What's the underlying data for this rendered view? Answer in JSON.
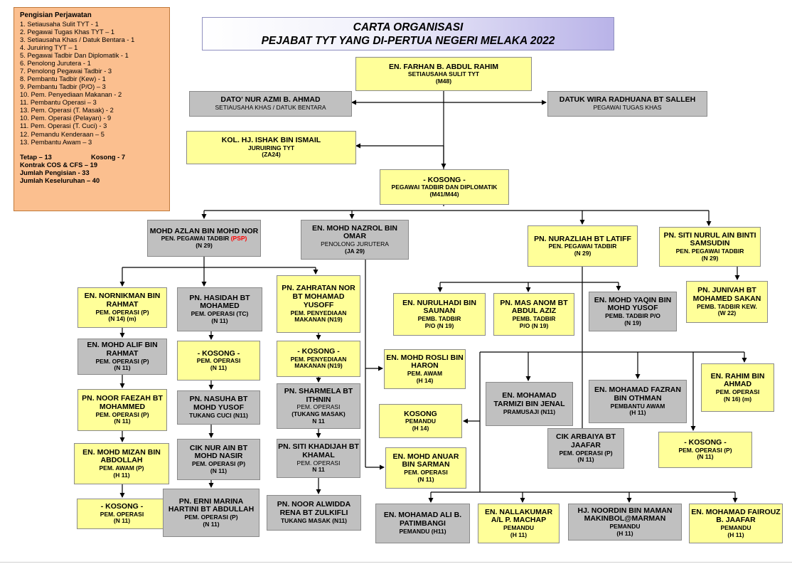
{
  "title": {
    "line1": "CARTA ORGANISASI",
    "line2": "PEJABAT TYT YANG DI-PERTUA NEGERI MELAKA 2022"
  },
  "legend": {
    "heading": "Pengisian Perjawatan",
    "items": [
      "1. Setiausaha Sulit TYT - 1",
      "2. Pegawai Tugas Khas TYT – 1",
      "3. Setiausaha Khas / Datuk Bentara - 1",
      "4. Juruiring TYT – 1",
      "5. Pegawai Tadbir Dan Diplomatik - 1",
      "6. Penolong Jurutera  - 1",
      "7. Penolong Pegawai Tadbir - 3",
      "8. Pembantu Tadbir (Kew) - 1",
      "9. Pembantu Tadbir (P/O) – 3",
      "10. Pem. Penyediaan Makanan - 2",
      "11. Pembantu Operasi – 3",
      "13. Pem. Operasi (T. Masak)  - 2",
      "10. Pem. Operasi (Pelayan) - 9",
      "11. Pem. Operasi (T. Cuci) - 3",
      "12. Pemandu Kenderaan – 5",
      "13. Pembantu Awam – 3"
    ],
    "tetap": "Tetap – 13",
    "kosong": "Kosong - 7",
    "kontrak": "Kontrak COS & CFS – 19",
    "jumlah_pengisian": "Jumlah Pengisian - 33",
    "jumlah_keseluruhan": "Jumlah Keseluruhan – 40"
  },
  "boxes": {
    "farhan": {
      "name": "EN. FARHAN B. ABDUL RAHIM",
      "role": "SETIAUSAHA SULIT TYT",
      "grade": "(M48)",
      "color": "#ffff99"
    },
    "nurazmi": {
      "name": "DATO' NUR AZMI B. AHMAD",
      "role": "SETIAUSAHA KHAS / DATUK BENTARA",
      "color": "#c0c0c0"
    },
    "radhuana": {
      "name": "DATUK WIRA RADHUANA BT SALLEH",
      "role": "PEGAWAI TUGAS KHAS",
      "color": "#c0c0c0"
    },
    "ishak": {
      "name": "KOL. HJ. ISHAK BIN ISMAIL",
      "role": "JURUIRING TYT",
      "grade": "(ZA24)",
      "color": "#ffff99"
    },
    "kosong_ptd": {
      "name": "-  KOSONG  -",
      "role": "PEGAWAI TADBIR DAN DIPLOMATIK",
      "grade": "(M41/M44)",
      "color": "#ffff99"
    },
    "azlan": {
      "name": "MOHD AZLAN BIN MOHD NOR",
      "role": "PEN. PEGAWAI TADBIR",
      "role_note": "(PSP)",
      "grade": "(N 29)",
      "color": "#c0c0c0"
    },
    "nazrol": {
      "name": "EN. MOHD NAZROL  BIN OMAR",
      "role": "PENOLONG JURUTERA",
      "grade": "(JA 29)",
      "color": "#c0c0c0"
    },
    "nurazliah": {
      "name": "PN. NURAZLIAH BT LATIFF",
      "role": "PEN. PEGAWAI TADBIR",
      "grade": "(N 29)",
      "color": "#ffff99"
    },
    "nurulain": {
      "name": "PN. SITI NURUL AIN BINTI SAMSUDIN",
      "role": "PEN. PEGAWAI TADBIR",
      "grade": "(N 29)",
      "color": "#ffff99"
    },
    "nornikman": {
      "name": "EN. NORNIKMAN BIN RAHMAT",
      "role": "PEM. OPERASI (P)",
      "grade": "(N 14) (m)",
      "color": "#ffff99"
    },
    "hasidah": {
      "name": "PN. HASIDAH BT MOHAMED",
      "role": "PEM. OPERASI (TC)",
      "grade": "(N 11)",
      "color": "#c0c0c0"
    },
    "zahratan": {
      "name": "PN. ZAHRATAN NOR BT MOHAMAD YUSOFF",
      "role": "PEM. PENYEDIAAN MAKANAN (N19)",
      "color": "#ffff99"
    },
    "nurulhadi": {
      "name": "EN. NURULHADI BIN SAUNAN",
      "role": "PEMB. TADBIR",
      "grade": "P/O (N 19)",
      "color": "#ffff99"
    },
    "masanom": {
      "name": "PN. MAS ANOM BT ABDUL AZIZ",
      "role": "PEMB. TADBIR",
      "grade": "P/O (N 19)",
      "color": "#ffff99"
    },
    "yaqin": {
      "name": "EN. MOHD YAQIN BIN MOHD YUSOF",
      "role": "PEMB. TADBIR P/O",
      "grade": "(N 19)",
      "color": "#c0c0c0"
    },
    "junivah": {
      "name": "PN. JUNIVAH BT MOHAMED SAKAN",
      "role": "PEMB. TADBIR KEW.",
      "grade": "(W 22)",
      "color": "#ffff99"
    },
    "alif": {
      "name": "EN. MOHD ALIF BIN RAHMAT",
      "role": "PEM. OPERASI (P)",
      "grade": "(N 11)",
      "color": "#c0c0c0"
    },
    "kosong_op1": {
      "name": "-  KOSONG  -",
      "role": "PEM. OPERASI",
      "grade": "(N 11)",
      "color": "#ffff99"
    },
    "kosong_ppm": {
      "name": "-  KOSONG  -",
      "role": "PEM. PENYEDIAAN MAKANAN (N19)",
      "color": "#ffff99"
    },
    "rosli": {
      "name": "EN. MOHD ROSLI BIN HARON",
      "role": "PEM. AWAM",
      "grade": "(H 14)",
      "color": "#ffff99"
    },
    "rahim": {
      "name": "EN. RAHIM BIN AHMAD",
      "role": "PEM. OPERASI",
      "grade": "(N 16) (m)",
      "color": "#ffff99"
    },
    "faezah": {
      "name": "PN. NOOR FAEZAH BT MOHAMMED",
      "role": "PEM. OPERASI (P)",
      "grade": "(N 11)",
      "color": "#c0c0c0"
    },
    "nasuha": {
      "name": "PN. NASUHA BT MOHD YUSOF",
      "role": "TUKANG CUCI (N11)",
      "color": "#c0c0c0"
    },
    "sharmela": {
      "name": "PN. SHARMELA BT ITHNIN",
      "role": "PEM. OPERASI",
      "role2": "(TUKANG MASAK)",
      "grade": "N 11",
      "color": "#c0c0c0"
    },
    "tarmizi": {
      "name": "EN. MOHAMAD TARMIZI BIN JENAL",
      "role": "PRAMUSAJI (N11)",
      "color": "#c0c0c0"
    },
    "fazran": {
      "name": "EN. MOHAMAD FAZRAN BIN OTHMAN",
      "role": "PEMBANTU AWAM",
      "grade": "(H 11)",
      "color": "#c0c0c0"
    },
    "kosong_pemandu": {
      "name": "KOSONG",
      "role": "PEMANDU",
      "grade": "(H 14)",
      "color": "#ffff99"
    },
    "mizan": {
      "name": "EN. MOHD MIZAN BIN ABDOLLAH",
      "role": "PEM. AWAM (P)",
      "grade": "(H 11)",
      "color": "#ffff99"
    },
    "nurain": {
      "name": "CIK NUR AIN BT MOHD NASIR",
      "role": "PEM. OPERASI (P)",
      "grade": "(N 11)",
      "color": "#c0c0c0"
    },
    "khadijah": {
      "name": "PN. SITI KHADIJAH BT KHAMAL",
      "role": "PEM. OPERASI",
      "grade": "N 11",
      "color": "#c0c0c0"
    },
    "anuar": {
      "name": "EN. MOHD ANUAR BIN SARMAN",
      "role": "PEM. OPERASI",
      "grade": "(N 11)",
      "color": "#ffff99"
    },
    "arbaiya": {
      "name": "CIK ARBAIYA BT JAAFAR",
      "role": "PEM. OPERASI (P)",
      "grade": "(N 11)",
      "color": "#c0c0c0"
    },
    "kosong_op3": {
      "name": "-  KOSONG  -",
      "role": "PEM. OPERASI (P)",
      "grade": "(N 11)",
      "color": "#ffff99"
    },
    "kosong_op2": {
      "name": "-  KOSONG  -",
      "role": "PEM. OPERASI",
      "grade": "(N 11)",
      "color": "#ffff99"
    },
    "erni": {
      "name": "PN. ERNI MARINA HARTINI BT ABDULLAH",
      "role": "PEM. OPERASI (P)",
      "grade": "(N 11)",
      "color": "#c0c0c0"
    },
    "alwidda": {
      "name": "PN. NOOR ALWIDDA RENA BT ZULKIFLI",
      "role": "TUKANG MASAK (N11)",
      "color": "#c0c0c0"
    },
    "aliB": {
      "name": "EN. MOHAMAD ALI B. PATIMBANGI",
      "role": "PEMANDU (H11)",
      "color": "#c0c0c0"
    },
    "nallakumar": {
      "name": "EN. NALLAKUMAR A/L P. MACHAP",
      "role": "PEMANDU",
      "grade": "(H 11)",
      "color": "#ffff99"
    },
    "noordin": {
      "name": "HJ. NOORDIN BIN MAMAN MAKINBOL@MARMAN",
      "role": "PEMANDU",
      "grade": "(H 11)",
      "color": "#c0c0c0"
    },
    "fairouz": {
      "name": "EN. MOHAMAD FAIROUZ B. JAAFAR",
      "role": "PEMANDU",
      "grade": "(H 11)",
      "color": "#ffff99"
    }
  }
}
